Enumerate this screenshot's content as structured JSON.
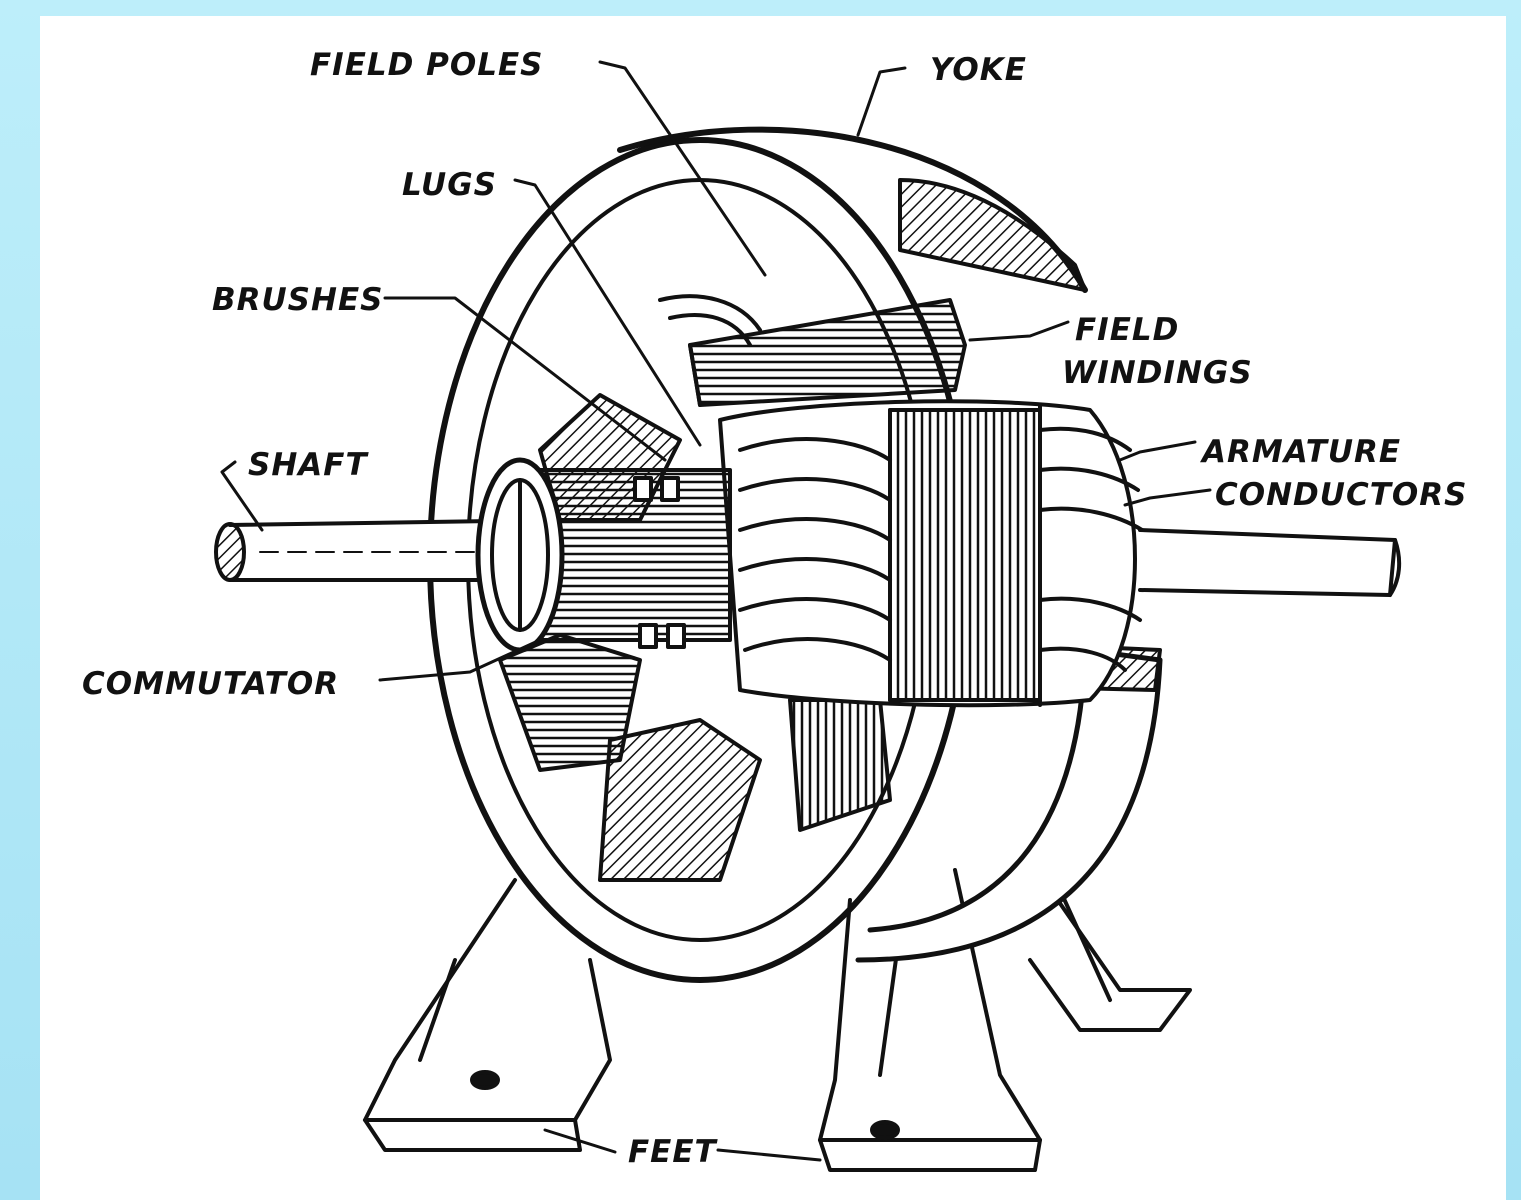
{
  "diagram": {
    "labels": {
      "field_poles": "FIELD POLES",
      "yoke": "YOKE",
      "lugs": "LUGS",
      "brushes": "BRUSHES",
      "field_windings_1": "FIELD",
      "field_windings_2": "WINDINGS",
      "shaft": "SHAFT",
      "armature_1": "ARMATURE",
      "armature_2": "CONDUCTORS",
      "commutator": "COMMUTATOR",
      "feet": "FEET"
    },
    "colors": {
      "ink": "#111111",
      "paper": "#ffffff",
      "border": "#a9e6f7"
    }
  }
}
